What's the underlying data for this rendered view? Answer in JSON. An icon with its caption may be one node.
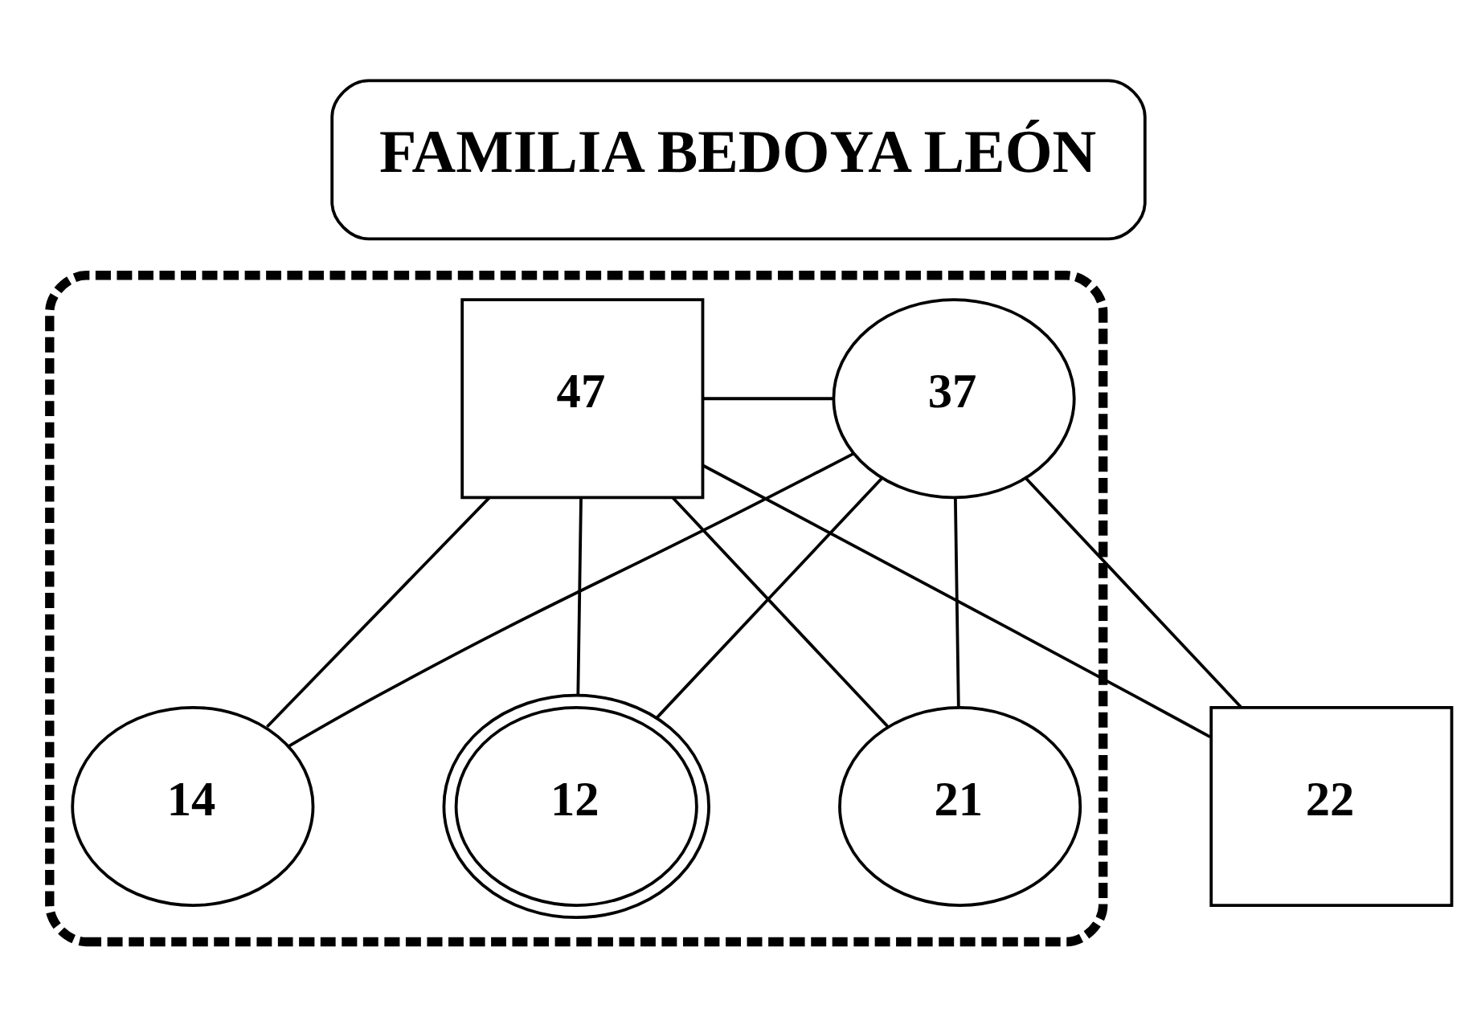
{
  "diagram": {
    "title": "FAMILIA BEDOYA LEÓN",
    "nodes": [
      {
        "text": [],
        "shape": "box"
      },
      {
        "text": [
          "47"
        ],
        "in": 0
      },
      {
        "text": [
          "37"
        ],
        "in": 0
      },
      {
        "text": [
          "22"
        ]
      },
      {
        "text": [
          "21"
        ],
        "in": 0
      },
      {
        "text": [
          "14"
        ],
        "in": 0
      },
      {
        "text": [
          "12"
        ],
        "in": 0
      }
    ],
    "edges": [
      {
        "from": 1,
        "to": 2,
        "arrow": "none"
      },
      {
        "from": 1,
        "to": 3,
        "arrow": "none"
      },
      {
        "from": 1,
        "to": 4,
        "arrow": "none"
      },
      {
        "from": 1,
        "to": 5,
        "arrow": "none"
      },
      {
        "from": 1,
        "to": 6,
        "arrow": "none"
      },
      {
        "from": 2,
        "to": 3,
        "arrow": "none"
      },
      {
        "from": 2,
        "to": 4,
        "arrow": "none"
      },
      {
        "from": 2,
        "to": 5,
        "arrow": "none"
      },
      {
        "from": 2,
        "to": 6,
        "arrow": "none"
      }
    ]
  }
}
